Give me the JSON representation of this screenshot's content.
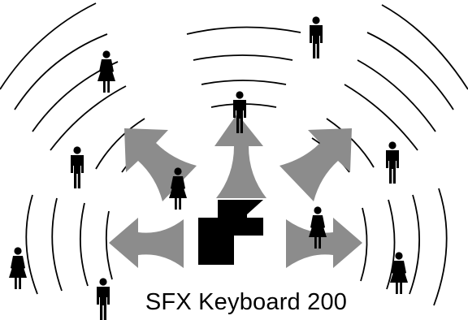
{
  "caption": "SFX Keyboard 200",
  "colors": {
    "background": "#ffffff",
    "arcs": "#000000",
    "arrows": "#8c8c8c",
    "speaker": "#000000",
    "figures": "#000000"
  },
  "icons": {
    "speaker": "speaker-icon",
    "man": "man-icon",
    "woman": "woman-icon"
  },
  "arrow_directions": [
    "up",
    "up-left",
    "up-right",
    "left",
    "right"
  ]
}
